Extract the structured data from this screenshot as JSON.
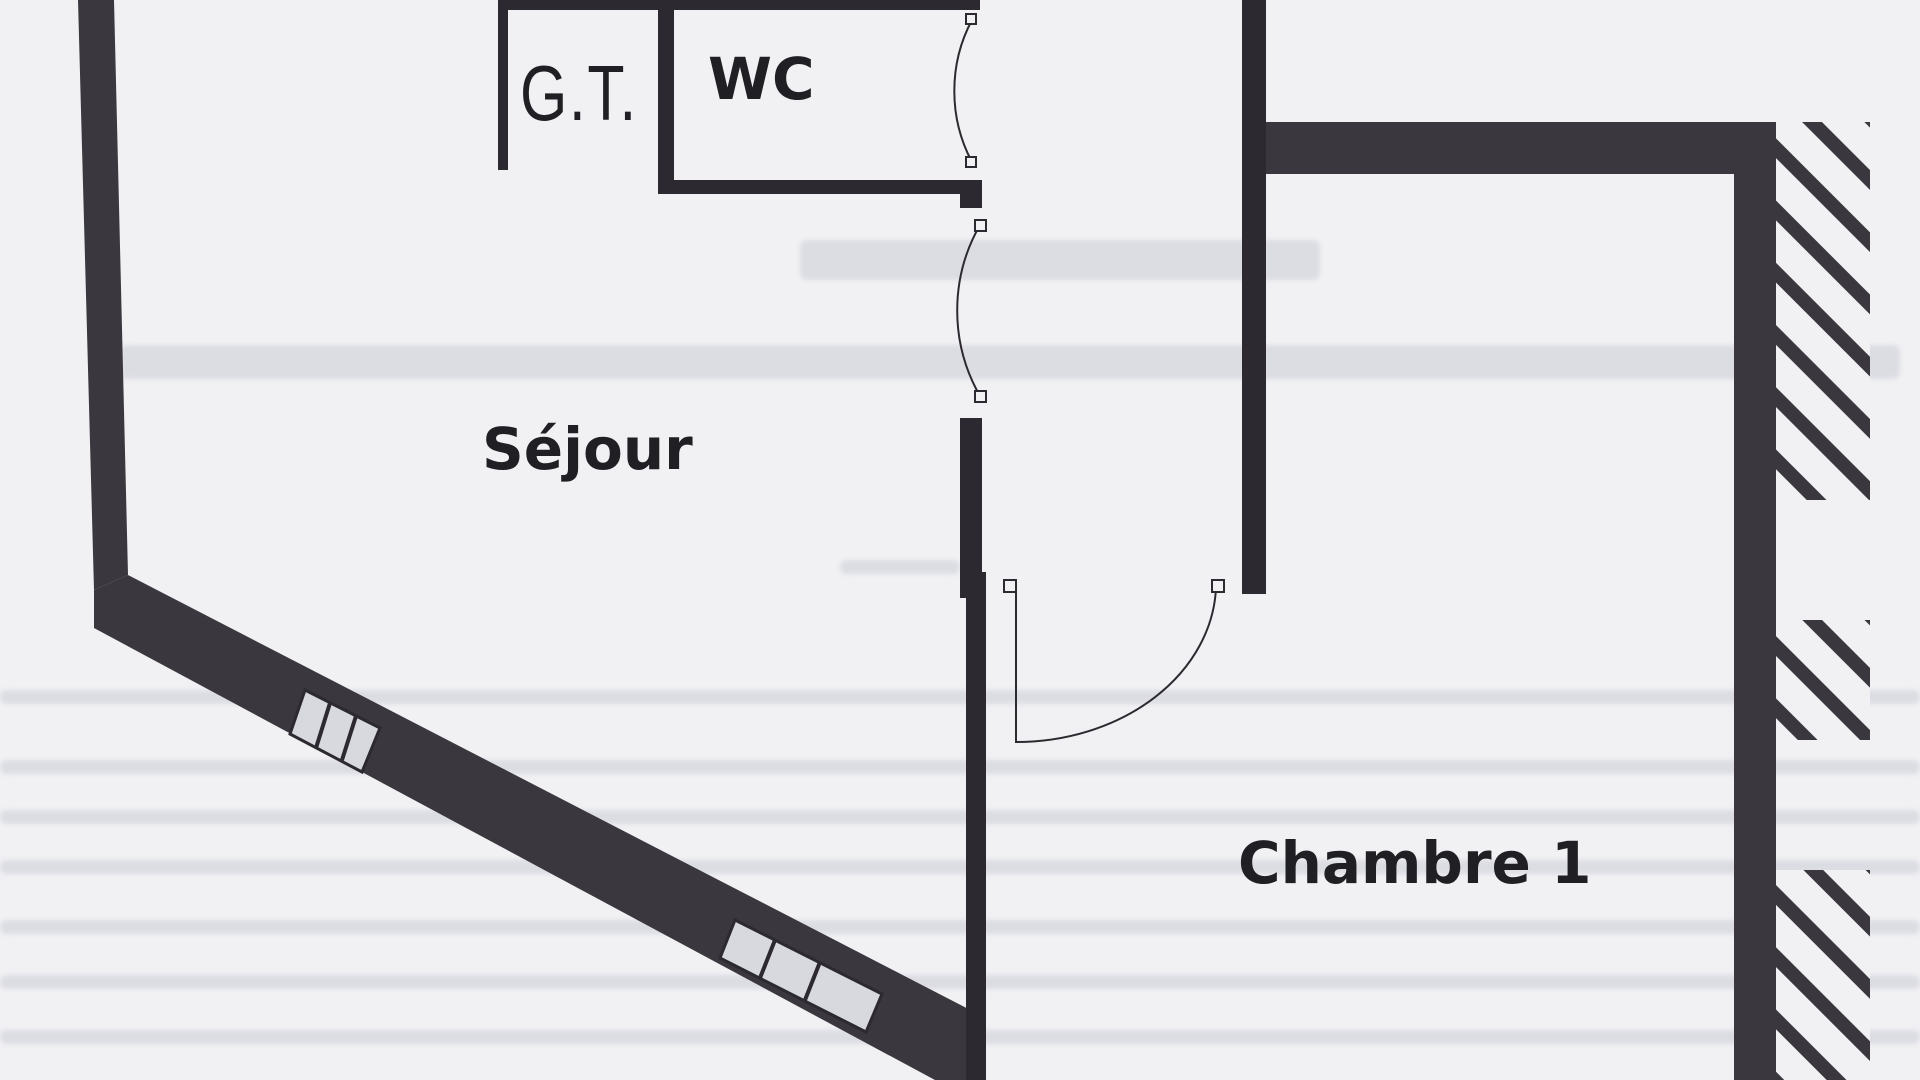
{
  "floor_plan": {
    "rooms": [
      {
        "id": "gt",
        "label": "G.T."
      },
      {
        "id": "wc",
        "label": "WC"
      },
      {
        "id": "sejour",
        "label": "Séjour"
      },
      {
        "id": "chambre1",
        "label": "Chambre 1"
      }
    ],
    "colors": {
      "paper": "#f1f1f4",
      "wall": "#2c2a30",
      "thick_wall": "#3a383e",
      "text": "#1f1f24",
      "bleed_through": "#dcdde3"
    }
  }
}
